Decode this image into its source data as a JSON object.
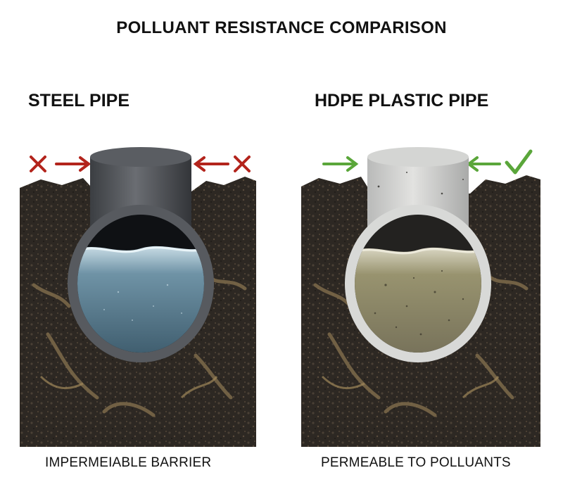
{
  "title": "POLLUANT RESISTANCE COMPARISON",
  "panels": [
    {
      "heading": "STEEL PIPE",
      "caption": "IMPERMEIABLE BARRIER",
      "arrow_color": "#b3241c",
      "indicator_icon": "cross-icon",
      "pipe_color": "#4a4d52",
      "water_color": "#5f8193"
    },
    {
      "heading": "HDPE PLASTIC PIPE",
      "caption": "PERMEABLE TO POLLUANTS",
      "arrow_color": "#5aa63a",
      "indicator_icon": "checkmark-icon",
      "pipe_color": "#cfd0cf",
      "water_color": "#8d8a67"
    }
  ]
}
